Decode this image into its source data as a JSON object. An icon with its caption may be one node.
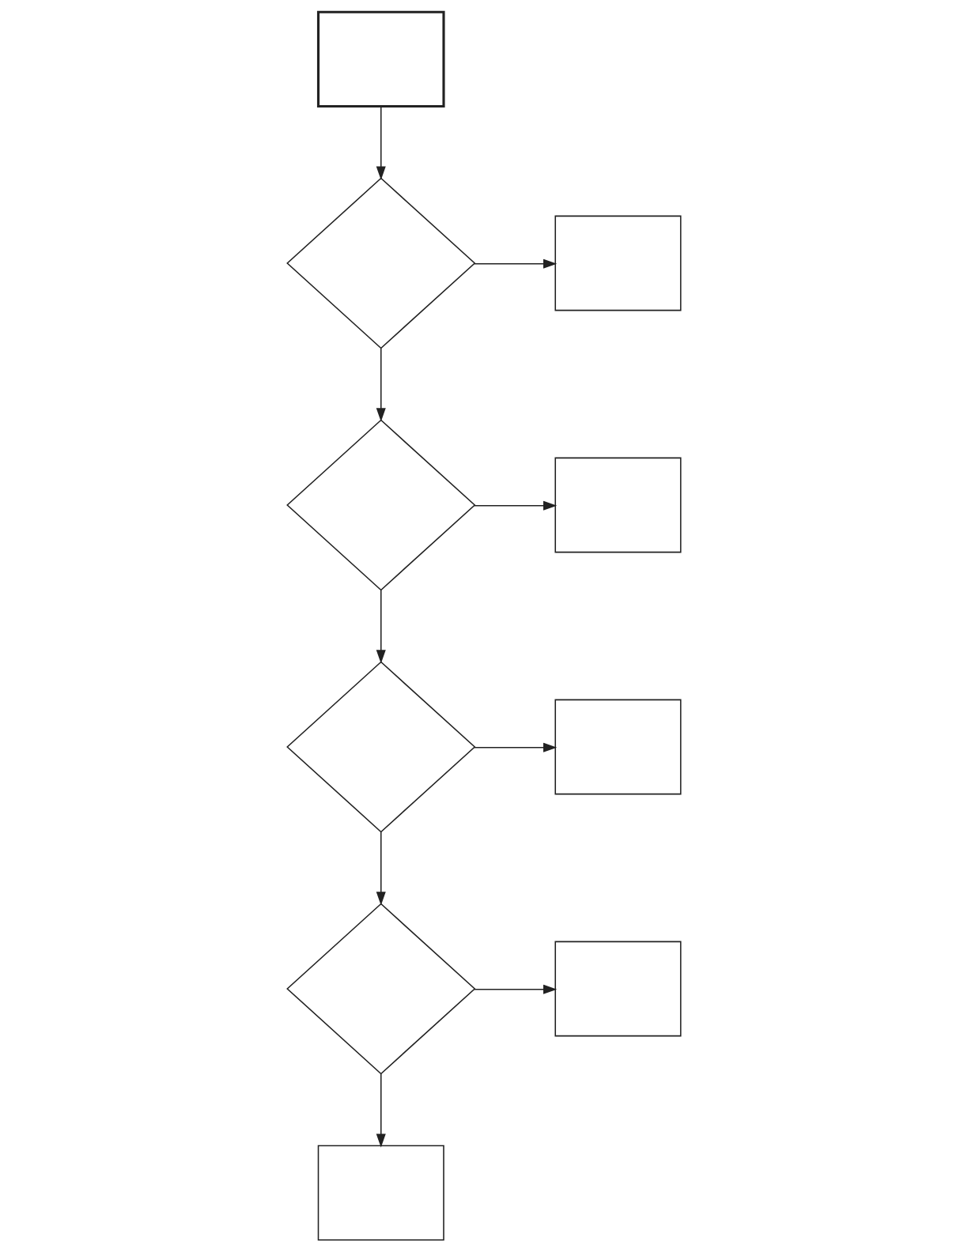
{
  "diagram": {
    "nodes": [
      {
        "text": [],
        "shape": "box"
      },
      {
        "text": [],
        "shape": "diamond"
      },
      {
        "text": [],
        "shape": "box"
      },
      {
        "text": [],
        "shape": "diamond"
      },
      {
        "text": [],
        "shape": "box"
      },
      {
        "text": [],
        "shape": "diamond"
      },
      {
        "text": [],
        "shape": "box"
      },
      {
        "text": [],
        "shape": "diamond"
      },
      {
        "text": [],
        "shape": "box"
      },
      {
        "text": [],
        "shape": "box"
      }
    ],
    "edges": [
      {
        "from": 0,
        "to": 1,
        "arrow": "to"
      },
      {
        "from": 1,
        "to": 2,
        "arrow": "to"
      },
      {
        "from": 1,
        "to": 3,
        "arrow": "to"
      },
      {
        "from": 3,
        "to": 4,
        "arrow": "to"
      },
      {
        "from": 3,
        "to": 5,
        "arrow": "to"
      },
      {
        "from": 5,
        "to": 6,
        "arrow": "to"
      },
      {
        "from": 5,
        "to": 7,
        "arrow": "to"
      },
      {
        "from": 7,
        "to": 8,
        "arrow": "to"
      },
      {
        "from": 7,
        "to": 9,
        "arrow": "to"
      }
    ]
  }
}
